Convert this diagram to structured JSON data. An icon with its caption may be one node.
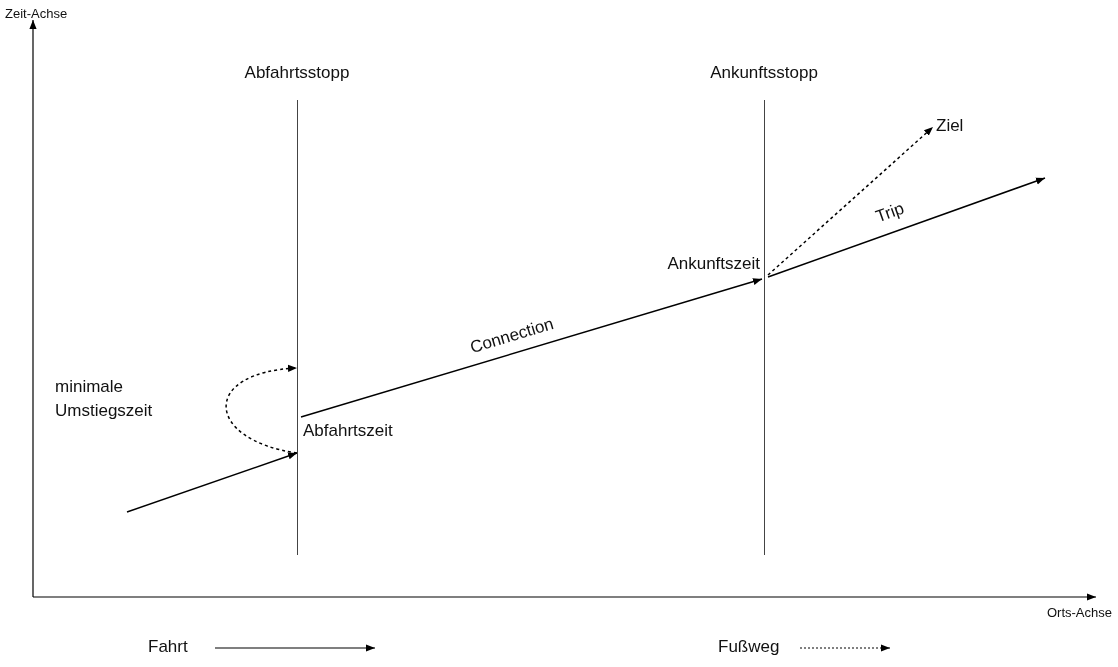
{
  "diagram": {
    "nodes": [
      {
        "text": [
          "Abfahrtsstopp"
        ]
      },
      {
        "text": [
          "Ankunftsstopp"
        ]
      },
      {
        "text": [
          "Abfahrtszeit"
        ]
      },
      {
        "text": [
          "Ankunftszeit"
        ]
      },
      {
        "text": [
          "Ziel"
        ]
      }
    ],
    "edges": [
      {
        "from": null,
        "to": 0,
        "arrow": "to"
      },
      {
        "from": 0,
        "to": 0,
        "arrow": "to",
        "style": "dashed",
        "label": "minimale Umstiegszeit"
      },
      {
        "from": 2,
        "to": 3,
        "arrow": "to",
        "label": "Connection"
      },
      {
        "from": 3,
        "to": null,
        "arrow": "to",
        "label": "Trip"
      },
      {
        "from": 3,
        "to": 4,
        "arrow": "to",
        "style": "dashed"
      }
    ],
    "labels": [
      "Zeit-Achse",
      "Orts-Achse"
    ],
    "legend": [
      {
        "text": "Fahrt"
      },
      {
        "text": "Fußweg"
      }
    ]
  }
}
